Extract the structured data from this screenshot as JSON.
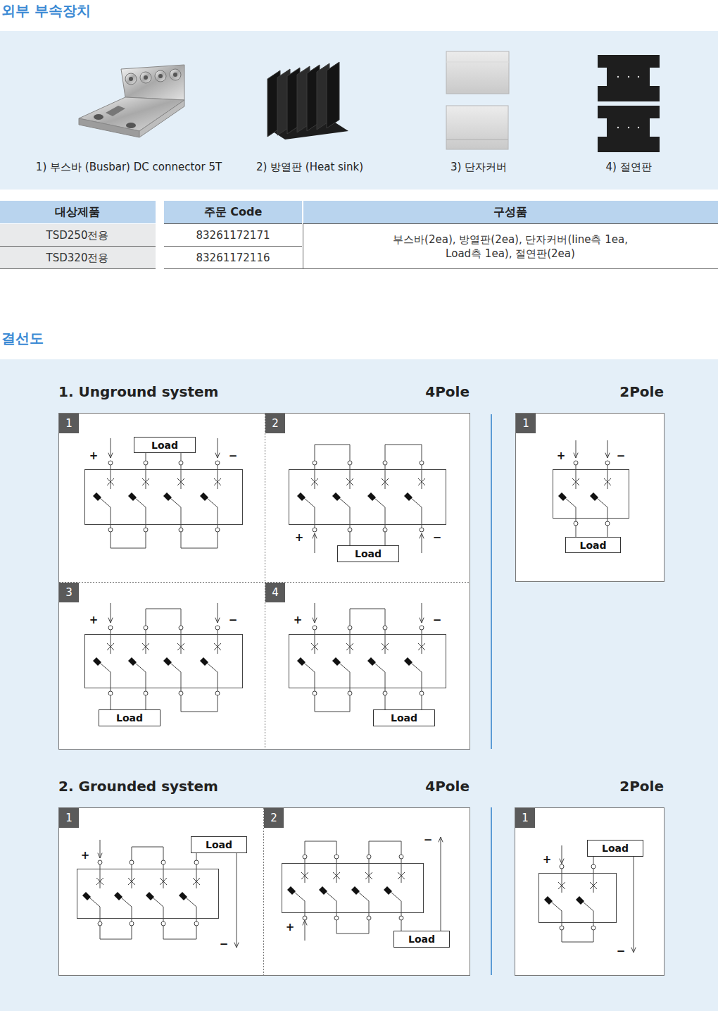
{
  "diagram": {
    "title": "외부 부속장치",
    "nodes": [
      {
        "text": [
          "1"
        ]
      },
      {
        "text": [
          "Load"
        ],
        "in": 0
      },
      {
        "text": [
          "2"
        ]
      },
      {
        "text": [
          "Load"
        ],
        "in": 2
      },
      {
        "text": [
          "3"
        ]
      },
      {
        "text": [
          "Load"
        ],
        "in": 4
      },
      {
        "text": [
          "4"
        ]
      },
      {
        "text": [
          "Load"
        ],
        "in": 6
      },
      {
        "text": [
          "1"
        ]
      },
      {
        "text": [
          "Load"
        ],
        "in": 8
      },
      {
        "text": [
          "1"
        ]
      },
      {
        "text": [
          "Load"
        ],
        "in": 10
      },
      {
        "text": [
          "2"
        ]
      },
      {
        "text": [
          "Load"
        ],
        "in": 12
      },
      {
        "text": [
          "1"
        ]
      },
      {
        "text": [
          "Load"
        ],
        "in": 14
      }
    ],
    "labels": [
      "1) 부스바 (Busbar) DC connector 5T",
      "2) 방열판 (Heat sink)",
      "3) 단자커버",
      "4) 절연판",
      "대상제품",
      "주문 Code",
      "구성품",
      "TSD250전용",
      "83261172171",
      "TSD320전용",
      "83261172116",
      "부스바(2ea), 방열판(2ea), 단자커버(line측 1ea, Load측 1ea), 절연판(2ea)",
      "결선도",
      "1. Unground system",
      "4Pole",
      "2Pole",
      "2. Grounded system",
      "4Pole",
      "2Pole",
      "+",
      "−",
      "+",
      "−",
      "+",
      "−",
      "+",
      "−",
      "+",
      "−",
      "+",
      "−",
      "+",
      "−",
      "+",
      "−"
    ]
  }
}
